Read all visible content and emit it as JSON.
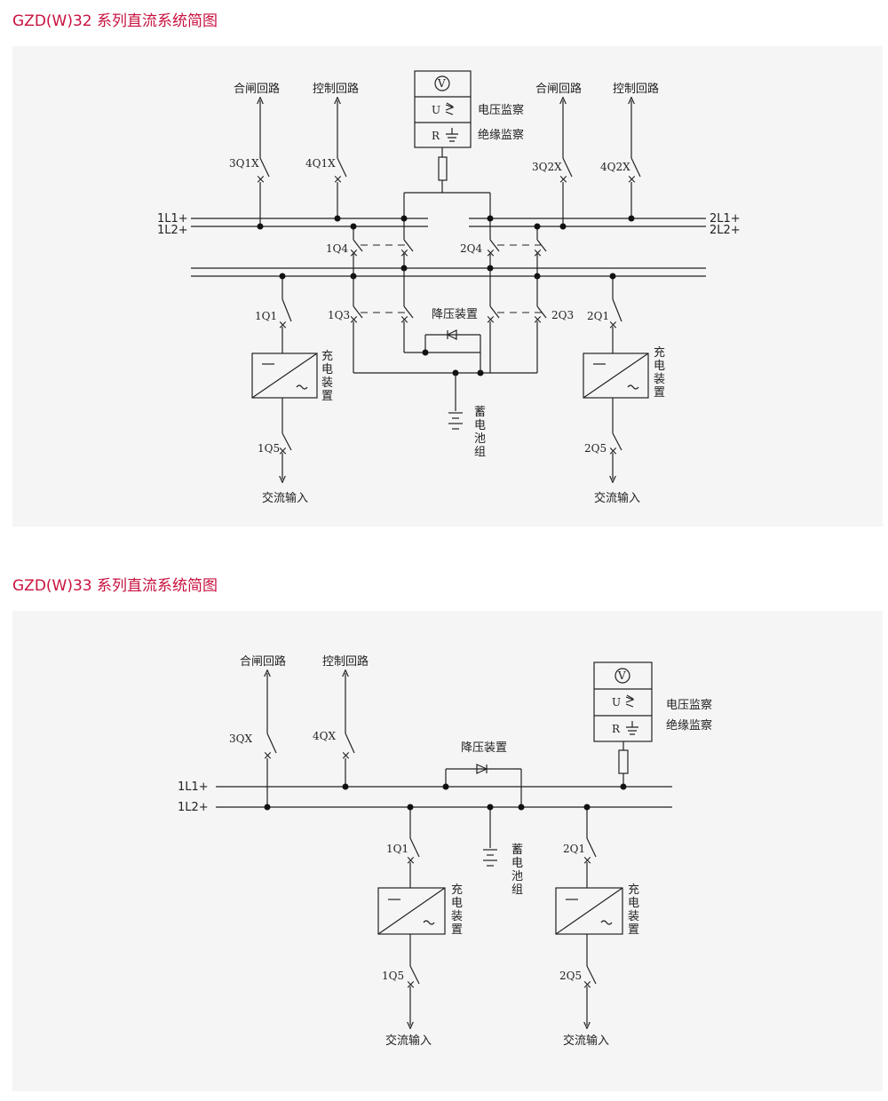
{
  "d1": {
    "title": "GZD(W)32 系列直流系统简图",
    "closing_left": "合闸回路",
    "control_left": "控制回路",
    "closing_right": "合闸回路",
    "control_right": "控制回路",
    "sw_3q1x": "3Q1X",
    "sw_4q1x": "4Q1X",
    "sw_3q2x": "3Q2X",
    "sw_4q2x": "4Q2X",
    "bus_1l1": "1L1+",
    "bus_1l2": "1L2+",
    "bus_2l1": "2L1+",
    "bus_2l2": "2L2+",
    "sw_1q4": "1Q4",
    "sw_2q4": "2Q4",
    "sw_1q3": "1Q3",
    "sw_2q3": "2Q3",
    "sw_1q1": "1Q1",
    "sw_2q1": "2Q1",
    "sw_1q5": "1Q5",
    "sw_2q5": "2Q5",
    "monitor_v": "V",
    "monitor_u": "U",
    "monitor_r": "R",
    "voltage_monitor": "电压监察",
    "insulation_monitor": "绝缘监察",
    "step_down": "降压装置",
    "battery": "蓄电池组",
    "charger_left": "充电装置",
    "charger_right": "充电装置",
    "ac_left": "交流输入",
    "ac_right": "交流输入"
  },
  "d2": {
    "title": "GZD(W)33 系列直流系统简图",
    "closing": "合闸回路",
    "control": "控制回路",
    "sw_3qx": "3QX",
    "sw_4qx": "4QX",
    "bus_1l1": "1L1+",
    "bus_1l2": "1L2+",
    "step_down": "降压装置",
    "battery": "蓄电池组",
    "sw_1q1": "1Q1",
    "sw_2q1": "2Q1",
    "sw_1q5": "1Q5",
    "sw_2q5": "2Q5",
    "charger_left": "充电装置",
    "charger_right": "充电装置",
    "ac_left": "交流输入",
    "ac_right": "交流输入",
    "monitor_v": "V",
    "monitor_u": "U",
    "monitor_r": "R",
    "voltage_monitor": "电压监察",
    "insulation_monitor": "绝缘监察"
  }
}
